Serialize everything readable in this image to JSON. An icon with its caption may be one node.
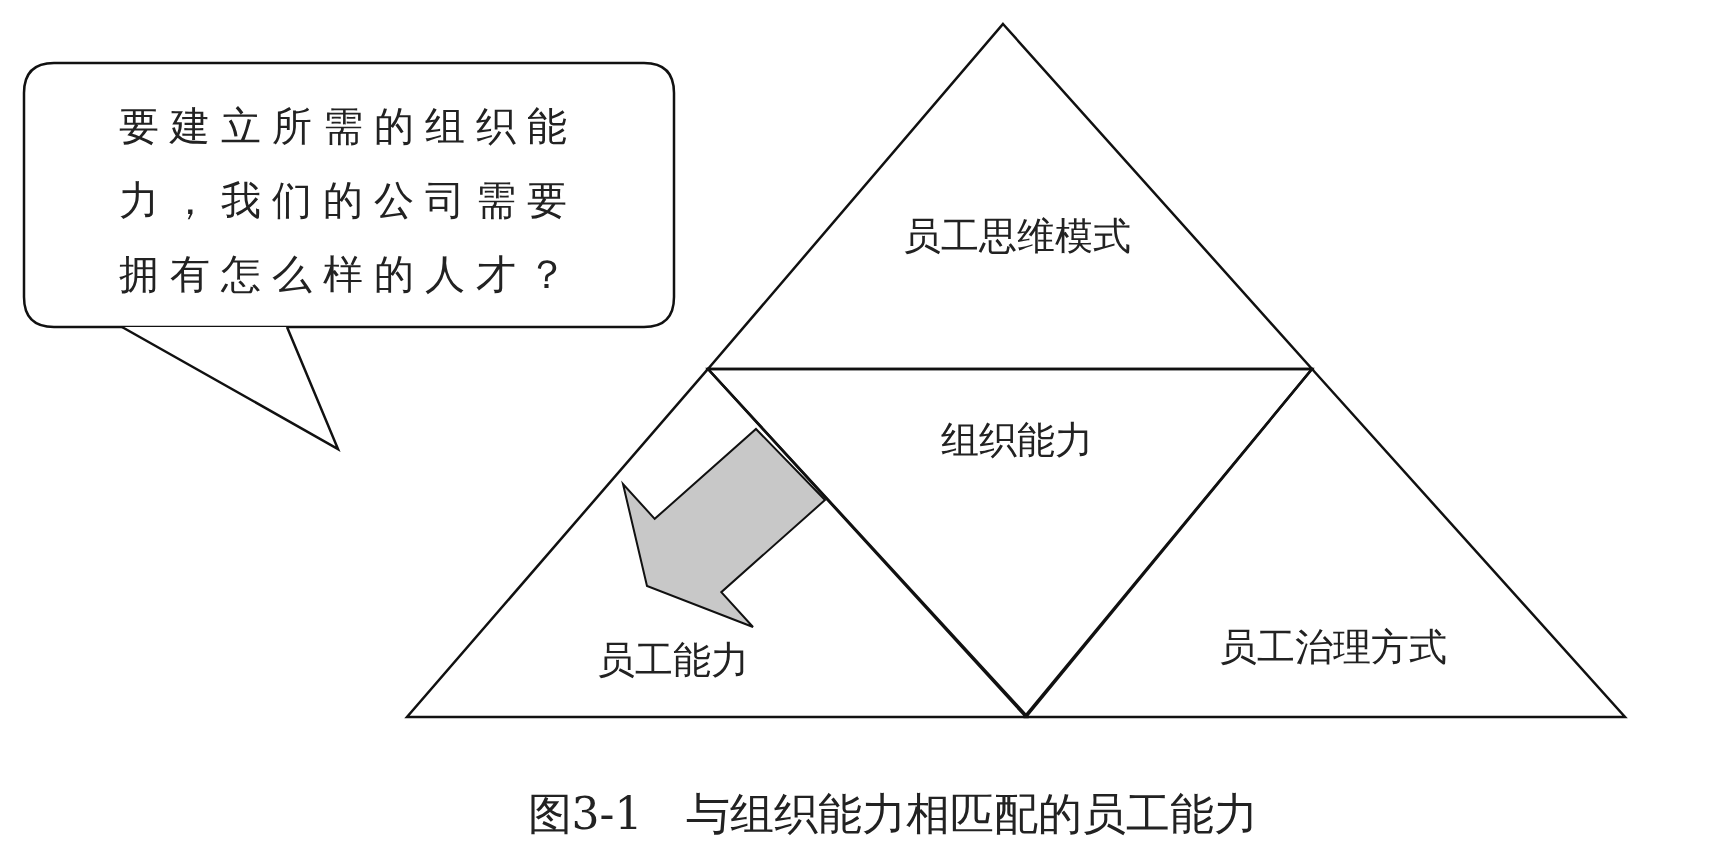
{
  "diagram": {
    "caption": "图3-1　与组织能力相匹配的员工能力",
    "nodes": [
      {
        "text": [
          "要建立所需的组织能力，我们的公司需要拥有怎么样的人才？"
        ]
      },
      {
        "text": [
          "员工思维模式"
        ]
      },
      {
        "text": [
          "组织能力"
        ]
      },
      {
        "text": [
          "员工能力"
        ]
      },
      {
        "text": [
          "员工治理方式"
        ]
      }
    ],
    "edges": [
      {
        "from": 2,
        "to": 3,
        "arrow": "to"
      }
    ]
  }
}
